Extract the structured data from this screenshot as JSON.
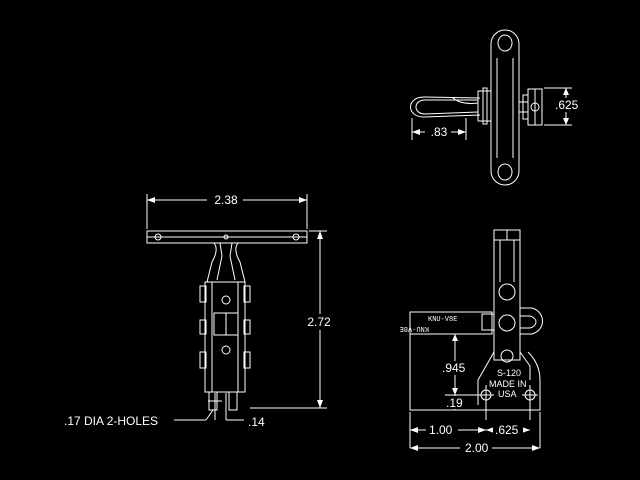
{
  "drawing": {
    "background": "#000000",
    "line_color": "#ffffff",
    "front_view": {
      "dims": {
        "width": "2.38",
        "height": "2.72",
        "holes": ".17 DIA 2-HOLES",
        "offset": ".14"
      }
    },
    "top_view": {
      "dims": {
        "reach": ".83",
        "rise": ".625"
      }
    },
    "side_view": {
      "plate_label_top": "KNU-V8E",
      "plate_label_bottom": "KNU-V8E",
      "model": "S-120",
      "made_in_1": "MADE IN",
      "made_in_2": "USA",
      "dims": {
        "height": ".945",
        "base": ".19",
        "left": "1.00",
        "spacing": ".625",
        "overall": "2.00"
      }
    }
  }
}
